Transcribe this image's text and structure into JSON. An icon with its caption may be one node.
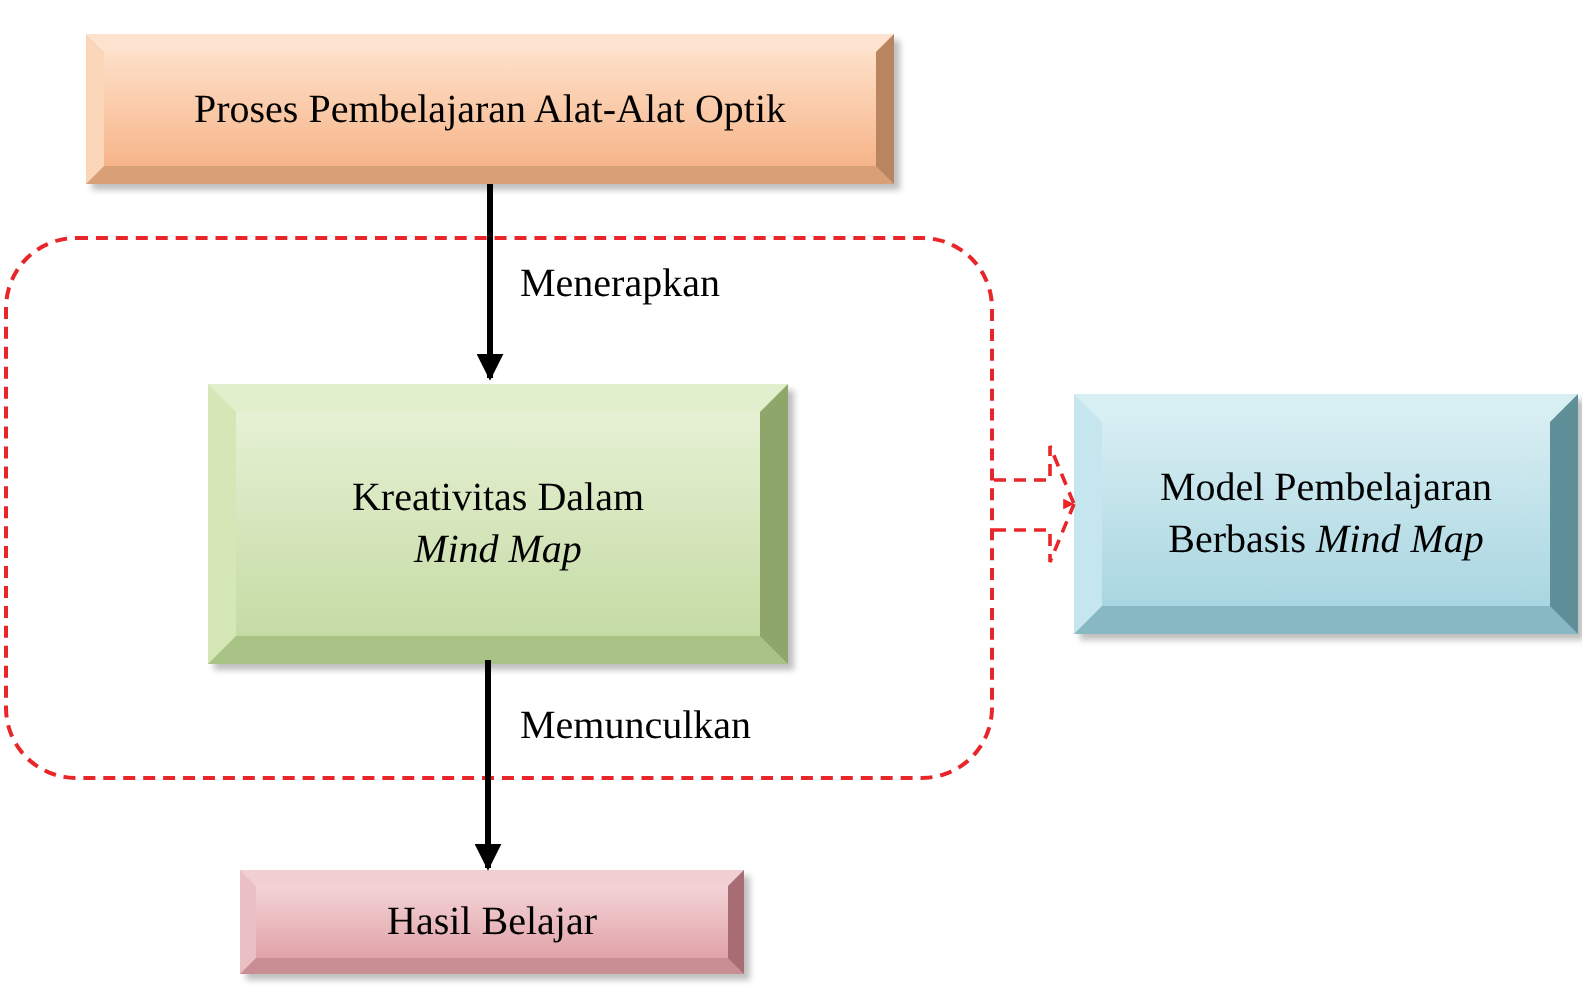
{
  "diagram": {
    "nodes": [
      {
        "text": [
          "Proses Pembelajaran Alat-Alat Optik"
        ]
      },
      {
        "text": [],
        "shape": "box"
      },
      {
        "text": [
          "Kreativitas Dalam *Mind Map*"
        ],
        "in": 1
      },
      {
        "text": [
          "Model Pembelajaran Berbasis *Mind Map*"
        ]
      },
      {
        "text": [
          "Hasil Belajar"
        ]
      }
    ],
    "edges": [
      {
        "from": 0,
        "to": 2,
        "arrow": "to",
        "label": "Menerapkan"
      },
      {
        "from": 2,
        "to": 4,
        "arrow": "to",
        "label": "Memunculkan"
      },
      {
        "from": 1,
        "to": 3,
        "arrow": "to",
        "style": "dashed",
        "color": "#e8262a"
      }
    ]
  }
}
